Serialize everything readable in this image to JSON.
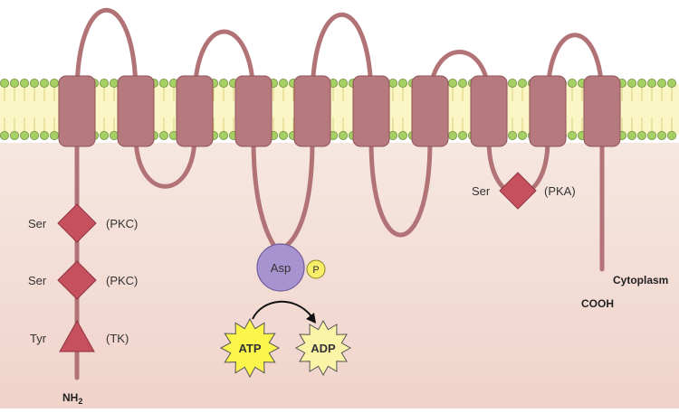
{
  "colors": {
    "cytoplasm_top": "#f6e7e1",
    "cytoplasm_bottom": "#f0d3ca",
    "membrane_fill": "#fbf6c6",
    "lipid_head": "#a6cf64",
    "lipid_head_stroke": "#6d8f3b",
    "protein": "#b67a7e",
    "protein_stroke": "#8e5358",
    "chain": "#b27377",
    "modification": "#c6505e",
    "asp_circle": "#a793cf",
    "phosphate": "#f7ee6a",
    "atp": "#fcf64b",
    "adp": "#fbf4a6"
  },
  "labels": {
    "ser1": "Ser",
    "pkc1": "(PKC)",
    "ser2": "Ser",
    "pkc2": "(PKC)",
    "tyr": "Tyr",
    "tk": "(TK)",
    "nh2": "NH",
    "nh2_sub": "2",
    "asp": "Asp",
    "p": "P",
    "atp": "ATP",
    "adp": "ADP",
    "ser_pka": "Ser",
    "pka": "(PKA)",
    "cytoplasm": "Cytoplasm",
    "cooh": "COOH"
  },
  "icons": {
    "ser1": "diamond",
    "ser2": "diamond",
    "tyr": "triangle",
    "ser_pka": "diamond",
    "atp": "starburst",
    "adp": "starburst",
    "reaction_arrow": "curved-arrow"
  }
}
